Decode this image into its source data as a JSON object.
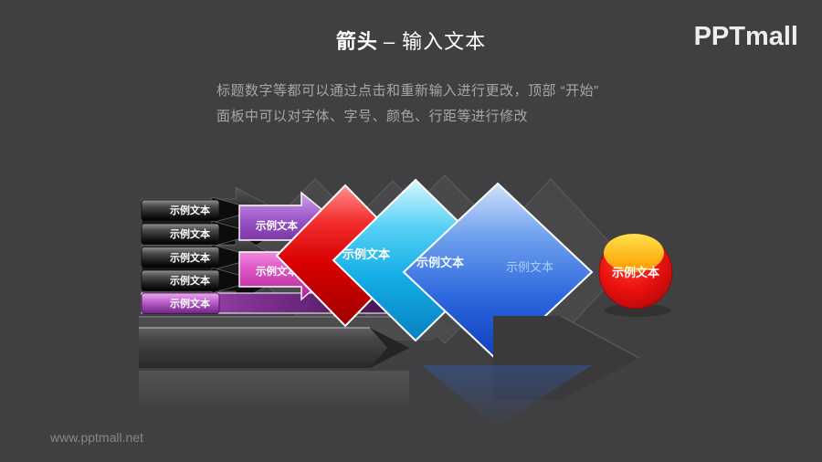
{
  "page": {
    "background": "#404042"
  },
  "header": {
    "title_bold": "箭头",
    "title_rest": "– 输入文本",
    "logo": "PPTmall"
  },
  "description": {
    "line1": "标题数字等都可以通过点击和重新输入进行更改，顶部 “开始”",
    "line2": "面板中可以对字体、字号、颜色、行距等进行修改"
  },
  "footer": {
    "url": "www.pptmall.net"
  },
  "diagram": {
    "bars": [
      {
        "label": "示例文本"
      },
      {
        "label": "示例文本"
      },
      {
        "label": "示例文本"
      },
      {
        "label": "示例文本"
      },
      {
        "label": "示例文本"
      }
    ],
    "mid_arrows": [
      {
        "name": "purple-arrow",
        "label": "示例文本",
        "color": "#9a55c8"
      },
      {
        "name": "magenta-arrow",
        "label": "示例文本",
        "color": "#e25cc8"
      }
    ],
    "big_arrows": [
      {
        "name": "red-arrow",
        "label": "示例文本",
        "color": "#d80000"
      },
      {
        "name": "cyan-arrow",
        "label": "示例文本",
        "color": "#14aee6"
      },
      {
        "name": "blue-arrow",
        "label": "示例文本",
        "color": "#2b66dd"
      }
    ],
    "ball": {
      "label": "示例文本",
      "color": "#ea1210"
    }
  }
}
